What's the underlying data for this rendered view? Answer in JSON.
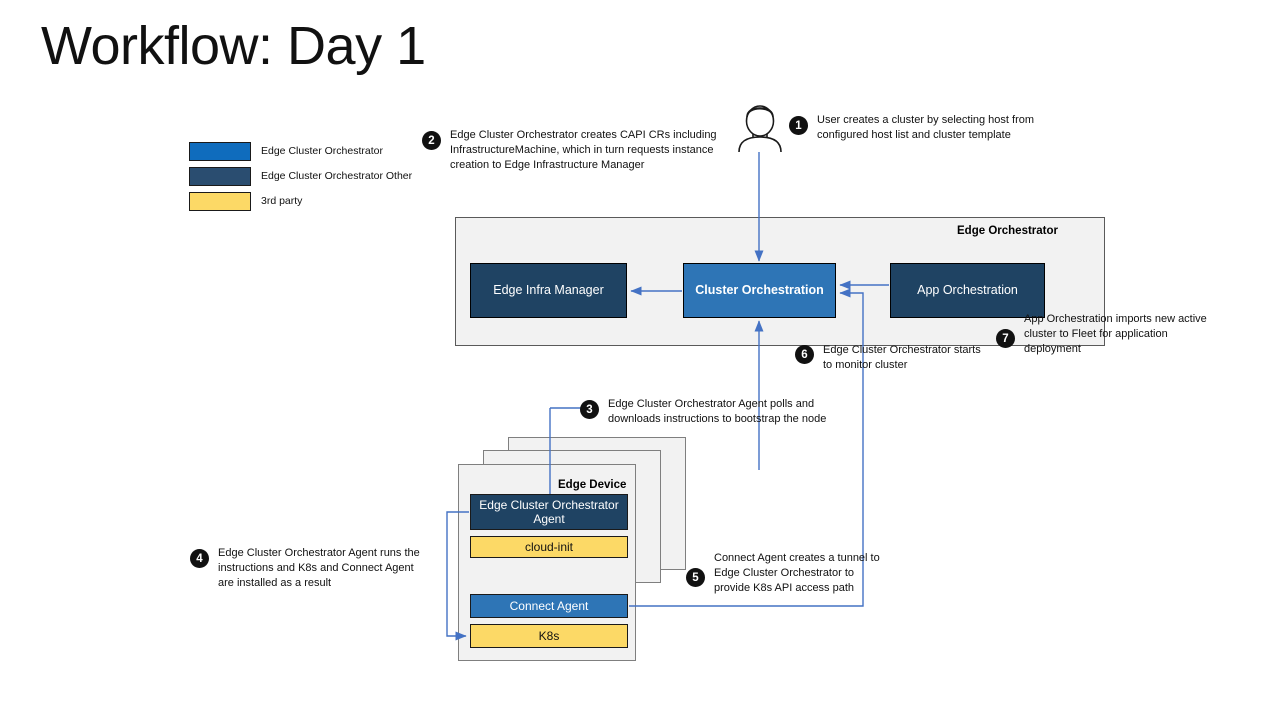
{
  "title": "Workflow: Day 1",
  "colors": {
    "primary_blue": "#2E75B6",
    "dark_navy": "#1F4363",
    "third_party_yellow": "#FCD966",
    "arrow_blue": "#4472C4",
    "container_gray": "#F2F2F2",
    "badge_black": "#111111"
  },
  "legend": {
    "items": [
      {
        "label": "Edge Cluster Orchestrator",
        "color": "#0F6CBD"
      },
      {
        "label": "Edge Cluster Orchestrator Other",
        "color": "#2A4D70"
      },
      {
        "label": "3rd party",
        "color": "#FCD966"
      }
    ]
  },
  "edge_orchestrator": {
    "title": "Edge Orchestrator",
    "boxes": [
      {
        "label": "Edge Infra Manager"
      },
      {
        "label": "Cluster Orchestration"
      },
      {
        "label": "App Orchestration"
      }
    ]
  },
  "edge_device": {
    "title": "Edge Device",
    "boxes": [
      {
        "label": "Edge Cluster Orchestrator Agent"
      },
      {
        "label": "cloud-init"
      },
      {
        "label": "Connect Agent"
      },
      {
        "label": "K8s"
      }
    ]
  },
  "callouts": [
    {
      "number": "1",
      "text": "User creates a cluster by selecting host from configured host list and cluster template"
    },
    {
      "number": "2",
      "text": "Edge Cluster Orchestrator creates CAPI CRs including InfrastructureMachine, which in turn requests instance creation to Edge Infrastructure Manager"
    },
    {
      "number": "3",
      "text": "Edge Cluster Orchestrator Agent polls and downloads instructions to bootstrap the node"
    },
    {
      "number": "4",
      "text": "Edge Cluster Orchestrator Agent runs the instructions and K8s and Connect Agent are installed as a result"
    },
    {
      "number": "5",
      "text": "Connect Agent creates a tunnel to Edge Cluster Orchestrator to provide K8s API access path"
    },
    {
      "number": "6",
      "text": "Edge Cluster Orchestrator starts to monitor cluster"
    },
    {
      "number": "7",
      "text": "App Orchestration imports new active cluster to Fleet for application deployment"
    }
  ],
  "icons": {
    "user": "user-person-icon"
  }
}
